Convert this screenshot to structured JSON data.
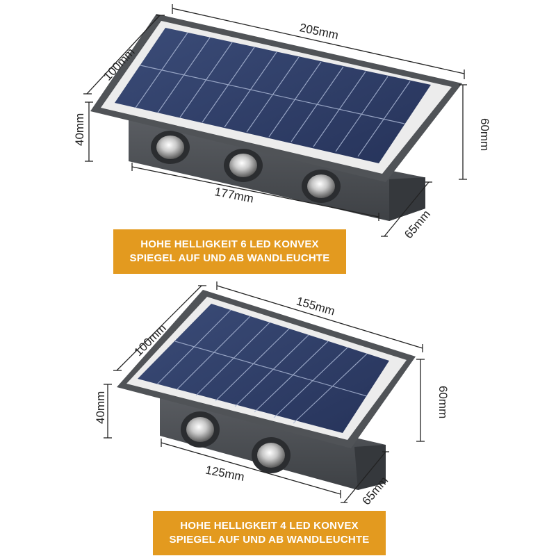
{
  "products": [
    {
      "id": "six-led",
      "dimensions": {
        "width": "205mm",
        "depth": "100mm",
        "front_height": "40mm",
        "back_height": "60mm",
        "base_width": "177mm",
        "side_depth": "65mm"
      },
      "led_count": 3,
      "banner": {
        "line1": "HOHE HELLIGKEIT 6 LED KONVEX",
        "line2": "SPIEGEL AUF UND AB WANDLEUCHTE"
      }
    },
    {
      "id": "four-led",
      "dimensions": {
        "width": "155mm",
        "depth": "100mm",
        "front_height": "40mm",
        "back_height": "60mm",
        "base_width": "125mm",
        "side_depth": "65mm"
      },
      "led_count": 2,
      "banner": {
        "line1": "HOHE HELLIGKEIT 4 LED KONVEX",
        "line2": "SPIEGEL AUF UND AB WANDLEUCHTE"
      }
    }
  ],
  "colors": {
    "banner_bg": "#e39a1f",
    "banner_text": "#ffffff",
    "panel": "#2f3f66",
    "housing": "#4a4d52"
  }
}
